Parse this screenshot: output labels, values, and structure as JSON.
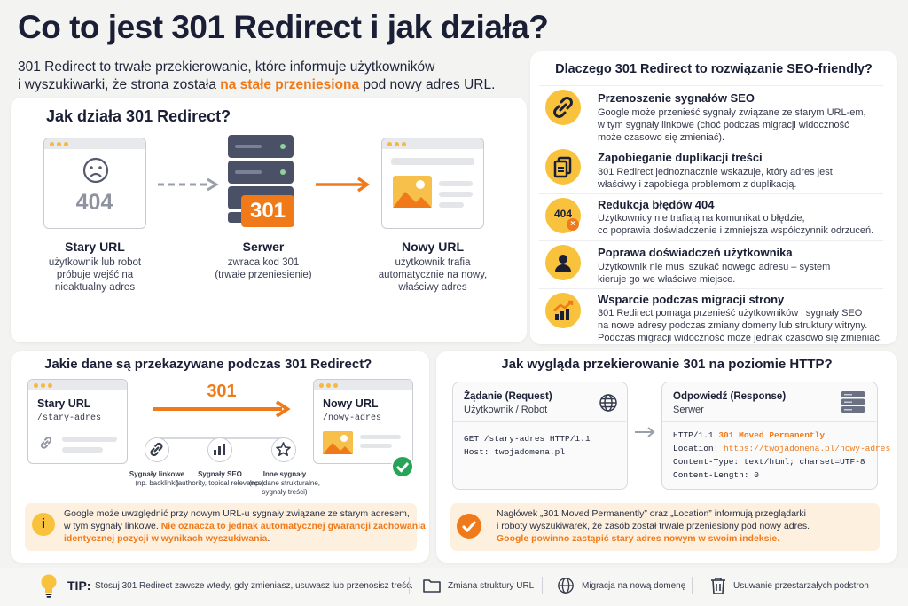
{
  "title": "Co to jest 301 Redirect i jak działa?",
  "intro": {
    "line1": "301 Redirect to trwałe przekierowanie, które informuje użytkowników",
    "line2_pre": "i wyszukiwarki, że strona została ",
    "line2_highlight": "na stałe przeniesiona",
    "line2_post": " pod nowy adres URL."
  },
  "how": {
    "heading": "Jak działa 301 Redirect?",
    "old": {
      "code": "404",
      "title": "Stary URL",
      "desc": [
        "użytkownik lub robot",
        "próbuje wejść na",
        "nieaktualny adres"
      ]
    },
    "server": {
      "code": "301",
      "title": "Serwer",
      "desc": [
        "zwraca kod 301",
        "(trwałe przeniesienie)"
      ]
    },
    "new": {
      "title": "Nowy URL",
      "desc": [
        "użytkownik trafia",
        "automatycznie na nowy,",
        "właściwy adres"
      ]
    }
  },
  "why": {
    "heading": "Dlaczego 301 Redirect to rozwiązanie SEO-friendly?",
    "items": [
      {
        "icon": "link-icon",
        "title": "Przenoszenie sygnałów SEO",
        "desc": [
          "Google może przenieść sygnały związane ze starym URL-em,",
          "w tym sygnały linkowe (choć podczas migracji widoczność",
          "może czasowo się zmieniać)."
        ]
      },
      {
        "icon": "documents-icon",
        "title": "Zapobieganie duplikacji treści",
        "desc": [
          "301 Redirect jednoznacznie wskazuje, który adres jest",
          "właściwy i zapobiega problemom z duplikacją."
        ]
      },
      {
        "icon": "error-404-icon",
        "icon_text": "404",
        "title": "Redukcja błędów 404",
        "desc": [
          "Użytkownicy nie trafiają na komunikat o błędzie,",
          "co poprawia doświadczenie i zmniejsza współczynnik odrzuceń."
        ]
      },
      {
        "icon": "user-icon",
        "title": "Poprawa doświadczeń użytkownika",
        "desc": [
          "Użytkownik nie musi szukać nowego adresu – system",
          "kieruje go we właściwe miejsce."
        ]
      },
      {
        "icon": "growth-chart-icon",
        "title": "Wsparcie podczas migracji strony",
        "desc": [
          "301 Redirect pomaga przenieść użytkowników i sygnały SEO",
          "na nowe adresy podczas zmiany domeny lub struktury witryny.",
          "Podczas migracji widoczność może jednak czasowo się zmieniać."
        ]
      }
    ]
  },
  "data": {
    "heading": "Jakie dane są przekazywane podczas 301 Redirect?",
    "old": {
      "title": "Stary URL",
      "path": "/stary-adres"
    },
    "code": "301",
    "new": {
      "title": "Nowy URL",
      "path": "/nowy-adres"
    },
    "signals": [
      {
        "icon": "link-icon",
        "title": "Sygnały linkowe",
        "desc": [
          "(np. backlinki)"
        ]
      },
      {
        "icon": "bar-chart-icon",
        "title": "Sygnały SEO",
        "desc": [
          "(authority, topical relevance)"
        ]
      },
      {
        "icon": "star-icon",
        "title": "Inne sygnały",
        "desc": [
          "(np. dane strukturalne,",
          "sygnały treści)"
        ]
      }
    ],
    "note": {
      "line1": "Google może uwzględnić przy nowym URL-u sygnały związane ze starym adresem,",
      "line2_pre": "w tym sygnały linkowe. ",
      "line2_highlight": "Nie oznacza to jednak automatycznej gwarancji zachowania",
      "line3_highlight": "identycznej pozycji w wynikach wyszukiwania",
      "line3_post": "."
    }
  },
  "http": {
    "heading": "Jak wygląda przekierowanie 301 na poziomie HTTP?",
    "request": {
      "title": "Żądanie (Request)",
      "sub": "Użytkownik / Robot",
      "lines": [
        "GET /stary-adres HTTP/1.1",
        "Host: twojadomena.pl"
      ]
    },
    "response": {
      "title": "Odpowiedź (Response)",
      "sub": "Serwer",
      "l1_pre": "HTTP/1.1 ",
      "l1_hl": "301 Moved Permanently",
      "l2_pre": "Location: ",
      "l2_hl": "https://twojadomena.pl/nowy-adres",
      "l3": "Content-Type: text/html; charset=UTF-8",
      "l4": "Content-Length: 0"
    },
    "note": {
      "line1": "Nagłówek „301 Moved Permanently” oraz „Location” informują przeglądarki",
      "line2": "i roboty wyszukiwarek, że zasób został trwale przeniesiony pod nowy adres.",
      "line3": "Google powinno zastąpić stary adres nowym w swoim indeksie."
    }
  },
  "tip": {
    "label": "TIP:",
    "text": "Stosuj 301 Redirect zawsze wtedy, gdy zmieniasz, usuwasz lub przenosisz treść.",
    "items": [
      {
        "icon": "folder-icon",
        "label": "Zmiana struktury URL"
      },
      {
        "icon": "globe-icon",
        "label": "Migracja na nową domenę"
      },
      {
        "icon": "trash-icon",
        "label": "Usuwanie przestarzałych podstron"
      }
    ]
  },
  "colors": {
    "accent": "#f07a1a",
    "yellow": "#f9c23c",
    "navy": "#1a1f36",
    "green": "#27a35a"
  }
}
